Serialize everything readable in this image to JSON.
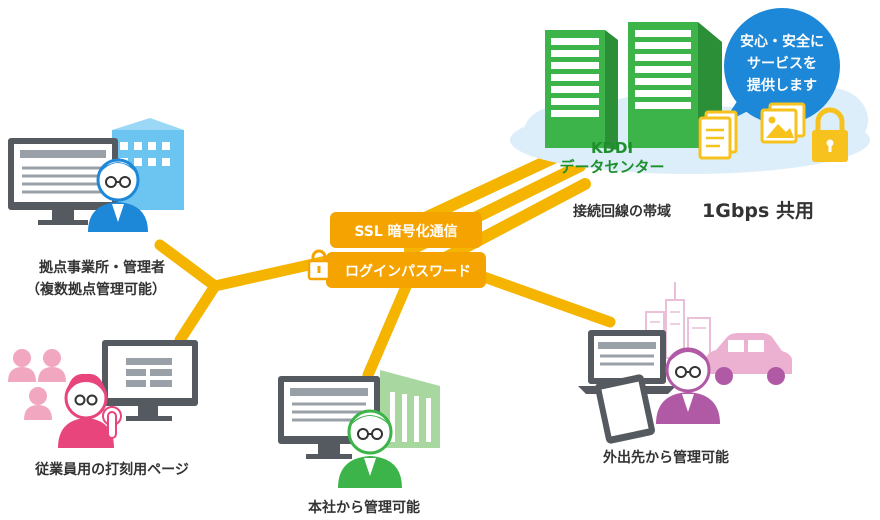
{
  "hub": {
    "ssl_label": "SSL 暗号化通信",
    "login_label": "ログインパスワード"
  },
  "datacenter": {
    "name_line1": "KDDI",
    "name_line2": "データセンター",
    "bubble_line1": "安心・安全に",
    "bubble_line2": "サービスを",
    "bubble_line3": "提供します",
    "bandwidth_label": "接続回線の帯域",
    "bandwidth_value": "1Gbps 共用"
  },
  "nodes": {
    "branch_line1": "拠点事業所・管理者",
    "branch_line2": "（複数拠点管理可能）",
    "employee": "従業員用の打刻用ページ",
    "headoffice": "本社から管理可能",
    "outside": "外出先から管理可能"
  },
  "colors": {
    "line": "#f5b400",
    "hub_orange": "#f5a300",
    "green": "#3cb44a",
    "blue": "#1e88d8",
    "cloud": "#dceefa",
    "yellow": "#f7c21d",
    "pink": "#e57ab0",
    "purple": "#b05aa6",
    "monitor": "#555a61"
  }
}
